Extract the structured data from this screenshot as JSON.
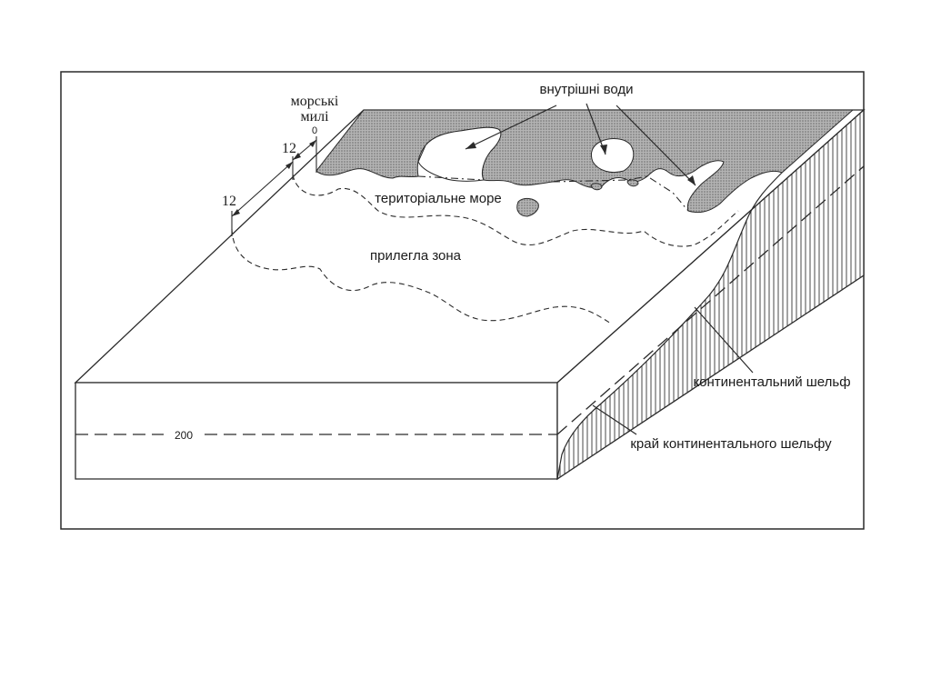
{
  "labels": {
    "nautical_miles_line1": "морські",
    "nautical_miles_line2": "милі",
    "zero": "0",
    "twelve_inner": "12",
    "twelve_outer": "12",
    "internal_waters": "внутрішні води",
    "territorial_sea": "територіальне море",
    "contiguous_zone": "прилегла зона",
    "continental_shelf": "континентальний шельф",
    "shelf_edge": "край континентального шельфу",
    "two_hundred": "200"
  },
  "colors": {
    "line": "#2a2a2a",
    "land_fill": "#9a9a9a",
    "paper": "#ffffff"
  }
}
